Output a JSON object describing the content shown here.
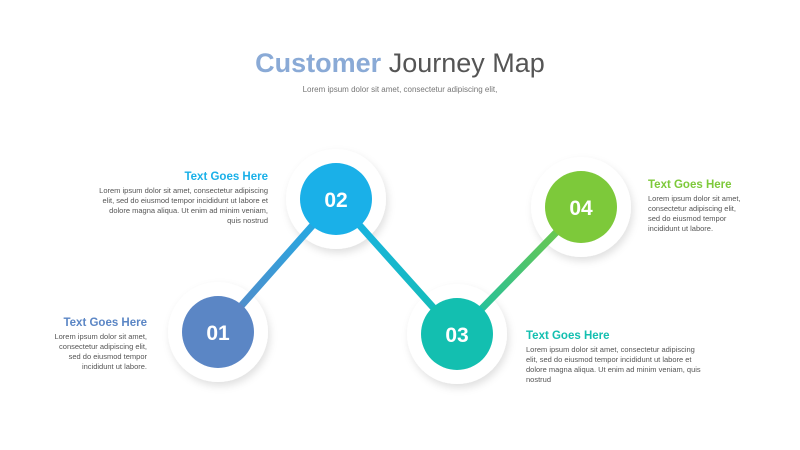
{
  "title": {
    "accent": "Customer",
    "rest": "Journey Map",
    "subtitle": "Lorem ipsum dolor sit amet, consectetur adipiscing elit,"
  },
  "steps": [
    {
      "number": "01",
      "heading": "Text Goes Here",
      "body": "Lorem ipsum dolor sit amet, consectetur adipiscing elit, sed do eiusmod tempor incididunt ut labore.",
      "color": "#5b86c5"
    },
    {
      "number": "02",
      "heading": "Text Goes Here",
      "body": "Lorem ipsum dolor sit amet, consectetur adipiscing elit, sed do eiusmod tempor incididunt ut labore et dolore magna aliqua. Ut enim ad minim veniam, quis nostrud",
      "color": "#1ab0e8"
    },
    {
      "number": "03",
      "heading": "Text Goes Here",
      "body": "Lorem ipsum dolor sit amet, consectetur adipiscing elit, sed do eiusmod tempor incididunt ut labore et dolore magna aliqua. Ut enim ad minim veniam, quis nostrud",
      "color": "#13bfb0"
    },
    {
      "number": "04",
      "heading": "Text Goes Here",
      "body": "Lorem ipsum dolor sit amet, consectetur adipiscing elit, sed do eiusmod tempor incididunt ut labore.",
      "color": "#7dc93a"
    }
  ]
}
